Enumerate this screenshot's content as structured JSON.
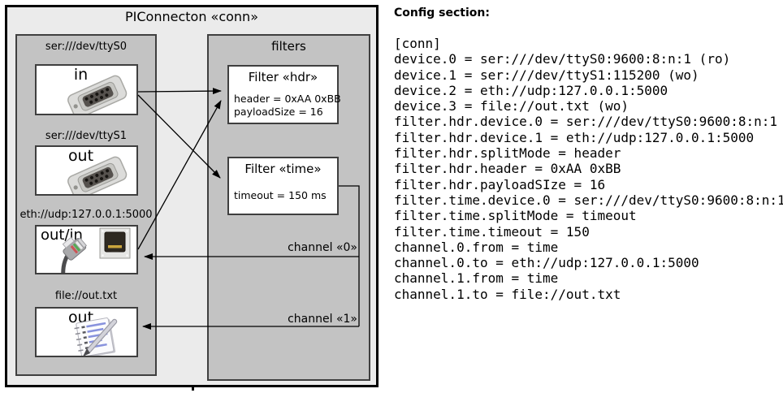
{
  "diagram": {
    "title": "PIConnecton «conn»",
    "devices": [
      {
        "url": "ser:///dev/ttyS0",
        "direction": "in",
        "icon": "serial-connector-icon"
      },
      {
        "url": "ser:///dev/ttyS1",
        "direction": "out",
        "icon": "serial-connector-icon"
      },
      {
        "url": "eth://udp:127.0.0.1:5000",
        "direction": "out/in",
        "icon": "ethernet-connector-icon"
      },
      {
        "url": "file://out.txt",
        "direction": "out",
        "icon": "notepad-icon"
      }
    ],
    "filters_panel_title": "filters",
    "filters": [
      {
        "title": "Filter «hdr»",
        "attrs": [
          "header = 0xAA 0xBB",
          "payloadSize = 16"
        ]
      },
      {
        "title": "Filter «time»",
        "attrs": [
          "timeout = 150 ms"
        ]
      }
    ],
    "channels": [
      {
        "label": "channel «0»"
      },
      {
        "label": "channel «1»"
      }
    ]
  },
  "config": {
    "heading": "Config section:",
    "lines": [
      "[conn]",
      "device.0 = ser:///dev/ttyS0:9600:8:n:1 (ro)",
      "device.1 = ser:///dev/ttyS1:115200 (wo)",
      "device.2 = eth://udp:127.0.0.1:5000",
      "device.3 = file://out.txt (wo)",
      "filter.hdr.device.0 = ser:///dev/ttyS0:9600:8:n:1",
      "filter.hdr.device.1 = eth://udp:127.0.0.1:5000",
      "filter.hdr.splitMode = header",
      "filter.hdr.header = 0xAA 0xBB",
      "filter.hdr.payloadSIze = 16",
      "filter.time.device.0 = ser:///dev/ttyS0:9600:8:n:1",
      "filter.time.splitMode = timeout",
      "filter.time.timeout = 150",
      "channel.0.from = time",
      "channel.0.to = eth://udp:127.0.0.1:5000",
      "channel.1.from = time",
      "channel.1.to = file://out.txt"
    ]
  },
  "colors": {
    "diagram_fill": "#ebebeb",
    "panel_fill": "#c3c3c3",
    "box_fill": "#ffffff",
    "border": "#000000",
    "notepad_line_blue": "#8892dd"
  }
}
